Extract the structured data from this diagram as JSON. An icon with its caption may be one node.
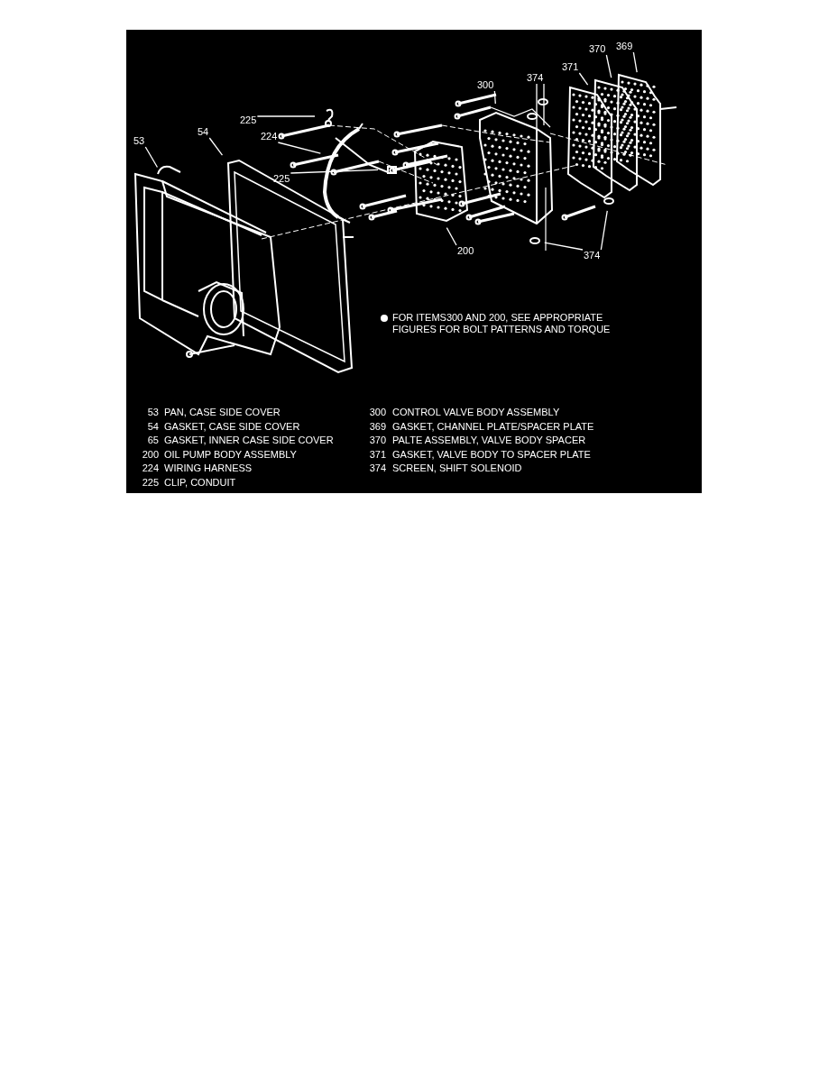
{
  "diagram": {
    "nodes": [
      {
        "text": [
          "53"
        ]
      },
      {
        "text": [
          "54"
        ]
      },
      {
        "text": [
          "225"
        ]
      },
      {
        "text": [
          "224"
        ]
      },
      {
        "text": [
          "225"
        ]
      },
      {
        "text": [
          "300"
        ]
      },
      {
        "text": [
          "374"
        ]
      },
      {
        "text": [
          "371"
        ]
      },
      {
        "text": [
          "370"
        ]
      },
      {
        "text": [
          "369"
        ]
      },
      {
        "text": [
          "200"
        ]
      },
      {
        "text": [
          "374"
        ]
      }
    ],
    "edges": [
      {
        "from": 0,
        "to": null,
        "arrow": "none"
      },
      {
        "from": 1,
        "to": null,
        "arrow": "none"
      },
      {
        "from": 2,
        "to": null,
        "arrow": "none"
      },
      {
        "from": 3,
        "to": null,
        "arrow": "none"
      },
      {
        "from": 4,
        "to": null,
        "arrow": "none"
      },
      {
        "from": 5,
        "to": null,
        "arrow": "none"
      },
      {
        "from": 6,
        "to": null,
        "arrow": "none"
      },
      {
        "from": 6,
        "to": null,
        "arrow": "none"
      },
      {
        "from": 7,
        "to": null,
        "arrow": "none"
      },
      {
        "from": 8,
        "to": null,
        "arrow": "none"
      },
      {
        "from": 9,
        "to": null,
        "arrow": "none"
      },
      {
        "from": 10,
        "to": null,
        "arrow": "none"
      },
      {
        "from": 11,
        "to": null,
        "arrow": "none"
      },
      {
        "from": 11,
        "to": null,
        "arrow": "none"
      }
    ],
    "labels": [
      "FOR ITEMS300 AND 200, SEE APPROPRIATE FIGURES FOR BOLT PATTERNS AND TORQUE",
      "53",
      "PAN, CASE SIDE COVER",
      "300",
      "CONTROL VALVE BODY ASSEMBLY",
      "54",
      "GASKET, CASE SIDE COVER",
      "369",
      "GASKET, CHANNEL PLATE/SPACER PLATE",
      "65",
      "GASKET, INNER CASE SIDE COVER",
      "370",
      "PALTE ASSEMBLY, VALVE BODY SPACER",
      "200",
      "OIL PUMP BODY ASSEMBLY",
      "371",
      "GASKET, VALVE BODY TO SPACER PLATE",
      "224",
      "WIRING HARNESS",
      "374",
      "SCREEN, SHIFT SOLENOID",
      "225",
      "CLIP, CONDUIT"
    ]
  }
}
